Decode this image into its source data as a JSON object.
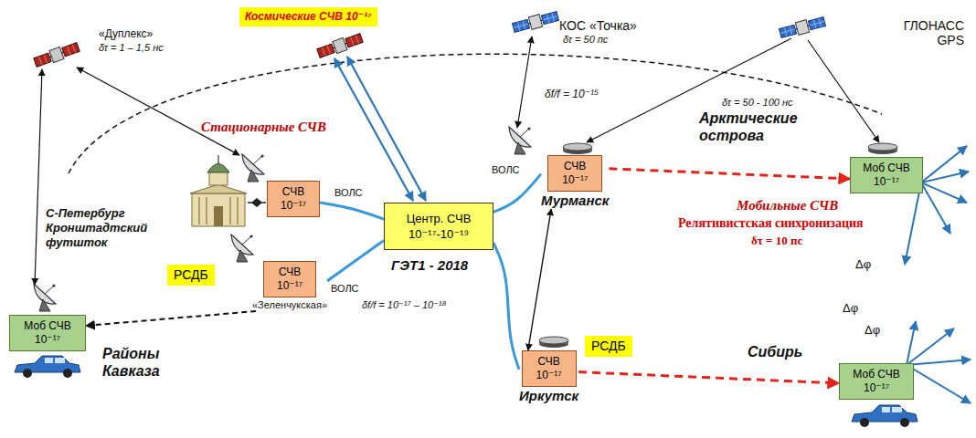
{
  "diagram": {
    "nodes": [
      {
        "text": [
          "Космические СЧВ 10⁻¹⁷"
        ]
      },
      {
        "text": [
          "СЧВ 10⁻¹⁷"
        ]
      },
      {
        "text": [
          "Центр. СЧВ 10⁻¹⁷-10⁻¹⁹"
        ]
      },
      {
        "text": [
          "СЧВ 10⁻¹⁷",
          "Мурманск"
        ]
      },
      {
        "text": [
          "Моб СЧВ 10⁻¹⁷"
        ]
      },
      {
        "text": [
          "РСДБ"
        ]
      },
      {
        "text": [
          "СЧВ 10⁻¹⁷",
          "«Зеленчукская»"
        ]
      },
      {
        "text": [
          "РСДБ"
        ]
      },
      {
        "text": [
          "СЧВ 10⁻¹⁷",
          "Иркутск"
        ]
      },
      {
        "text": [
          "Моб СЧВ 10⁻¹⁷"
        ]
      },
      {
        "text": [
          "Моб СЧВ 10⁻¹⁷"
        ]
      }
    ],
    "edges": [
      {
        "from": 1,
        "to": 2,
        "label": "ВОЛС",
        "arrow": "none"
      },
      {
        "from": 6,
        "to": 2,
        "label": "ВОЛС",
        "arrow": "none"
      },
      {
        "from": 2,
        "to": 3,
        "label": "ВОЛС",
        "arrow": "none"
      },
      {
        "from": 2,
        "to": 8,
        "arrow": "none"
      },
      {
        "from": 3,
        "to": 4,
        "arrow": "to"
      },
      {
        "from": 8,
        "to": 10,
        "arrow": "to"
      },
      {
        "from": 6,
        "to": 9,
        "arrow": "to"
      },
      {
        "from": 3,
        "to": 8,
        "arrow": "both"
      }
    ],
    "labels": [
      "«Дуплекс»",
      "δτ = 1 – 1,5 нс",
      "КОС «Точка»",
      "δτ = 50 пс",
      "ГЛОНАСС GPS",
      "δf/f = 10⁻¹⁵",
      "δτ = 50 - 100 нс",
      "Стационарные СЧВ",
      "Арктические острова",
      "С-Петербург Кронштадтский футшток",
      "ГЭТ1 - 2018",
      "Мобильные СЧВ",
      "Релятивистская синхронизация",
      "δτ = 10 пс",
      "Δφ",
      "Δφ",
      "Δφ",
      "δf/f = 10⁻¹⁷ – 10⁻¹⁸",
      "Районы Кавказа",
      "Сибирь"
    ]
  }
}
